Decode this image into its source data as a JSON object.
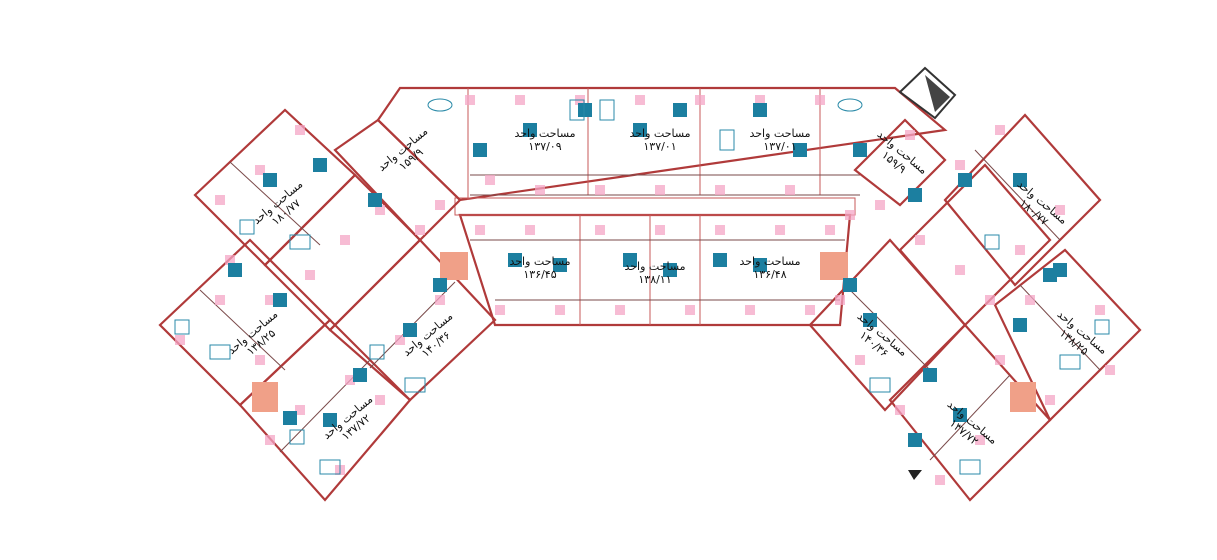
{
  "colors": {
    "wall": "#b03a3a",
    "furniture": "#1c7fa0",
    "column": "#f4a6c6",
    "stair": "#f0a088"
  },
  "icons": [
    "north-arrow-icon",
    "section-marker-icon"
  ],
  "unit_labels": [
    {
      "id": "u1",
      "title": "مساحت واحد",
      "area": "۱۵۹/۹"
    },
    {
      "id": "u2",
      "title": "مساحت واحد",
      "area": "۱۳۷/۰۹"
    },
    {
      "id": "u3",
      "title": "مساحت واحد",
      "area": "۱۳۷/۰۱"
    },
    {
      "id": "u4",
      "title": "مساحت واحد",
      "area": "۱۳۷/۰۱"
    },
    {
      "id": "u5",
      "title": "مساحت واحد",
      "area": "۱۵۹/۹"
    },
    {
      "id": "u6",
      "title": "مساحت واحد",
      "area": "۱۸۰/۷۷"
    },
    {
      "id": "u7",
      "title": "مساحت واحد",
      "area": "۱۸۰/۷۷"
    },
    {
      "id": "u8",
      "title": "مساحت واحد",
      "area": "۱۳۶/۴۵"
    },
    {
      "id": "u9",
      "title": "مساحت واحد",
      "area": "۱۳۸/۱۱"
    },
    {
      "id": "u10",
      "title": "مساحت واحد",
      "area": "۱۳۶/۴۸"
    },
    {
      "id": "u11",
      "title": "مساحت واحد",
      "area": "۱۳۸/۲۵"
    },
    {
      "id": "u12",
      "title": "مساحت واحد",
      "area": "۱۴۰/۳۶"
    },
    {
      "id": "u13",
      "title": "مساحت واحد",
      "area": "۱۴۰/۳۶"
    },
    {
      "id": "u14",
      "title": "مساحت واحد",
      "area": "۱۳۸/۲۵"
    },
    {
      "id": "u15",
      "title": "مساحت واحد",
      "area": "۱۳۷/۷۲"
    },
    {
      "id": "u16",
      "title": "مساحت واحد",
      "area": "۱۳۷/۷۲"
    }
  ]
}
